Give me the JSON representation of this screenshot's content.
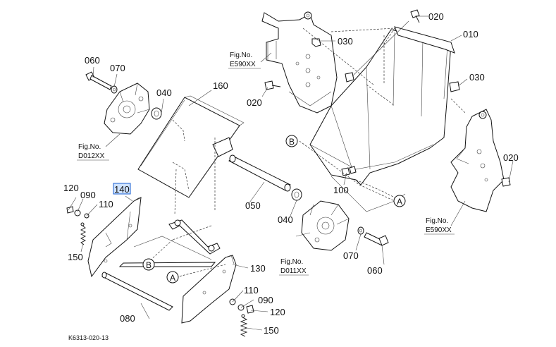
{
  "diagram": {
    "part_labels": {
      "p020_top": "020",
      "p010": "010",
      "p030_a": "030",
      "p030_b": "030",
      "p020_mid": "020",
      "p020_right": "020",
      "p060_top": "060",
      "p070_top": "070",
      "p040_top": "040",
      "p160": "160",
      "p100": "100",
      "p120_left": "120",
      "p090_left": "090",
      "p110_left": "110",
      "p150_left": "150",
      "p140": "140",
      "p050": "050",
      "p040_bot": "040",
      "p070_bot": "070",
      "p060_bot": "060",
      "p130": "130",
      "p080": "080",
      "p110_right": "110",
      "p090_right": "090",
      "p120_right": "120",
      "p150_right": "150"
    },
    "fig_refs": {
      "e590_top_a": "Fig.No.",
      "e590_top_b": "E590XX",
      "d012_a": "Fig.No.",
      "d012_b": "D012XX",
      "d011_a": "Fig.No.",
      "d011_b": "D011XX",
      "e590_right_a": "Fig.No.",
      "e590_right_b": "E590XX"
    },
    "callouts": {
      "b_top": "B",
      "a_right": "A",
      "b_left": "B",
      "a_bottom": "A"
    },
    "drawing_code": "K6313-020-13",
    "highlight_color": "#1a5fd0"
  }
}
